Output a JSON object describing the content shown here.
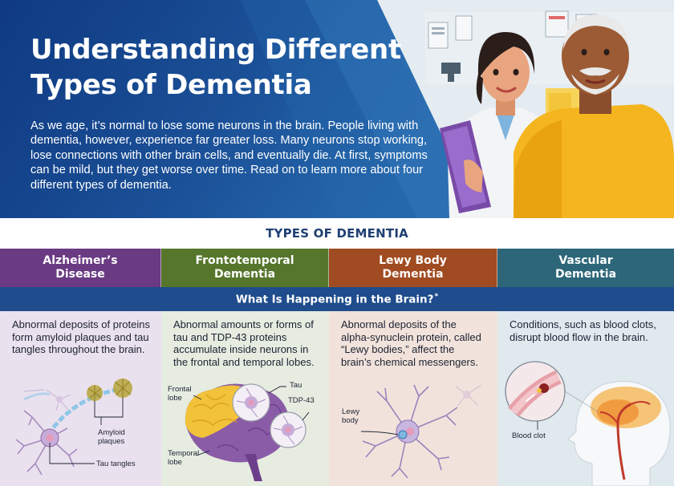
{
  "hero": {
    "title_line1": "Understanding Different",
    "title_line2": "Types of Dementia",
    "body": "As we age, it’s normal to lose some neurons in the brain. People living with dementia, however, experience far greater loss. Many neurons stop working, lose connections with other brain cells, and eventually die. At first, symptoms can be mild, but they get worse over time. Read on to learn more about four different types of dementia."
  },
  "types_heading": "TYPES OF DEMENTIA",
  "columns": [
    {
      "title": "Alzheimer’s\nDisease",
      "color": "#6a3a83",
      "panel_color": "#eae1ee",
      "description": "Abnormal deposits of proteins form amyloid plaques and tau tangles throughout the brain.",
      "labels": {
        "a": "Amyloid\nplaques",
        "b": "Tau tangles"
      }
    },
    {
      "title": "Frontotemporal\nDementia",
      "color": "#56762c",
      "panel_color": "#e6ece0",
      "description": "Abnormal amounts or forms of tau and TDP-43 proteins accumulate inside neurons in the frontal and temporal lobes.",
      "labels": {
        "a": "Frontal\nlobe",
        "b": "Tau",
        "c": "TDP-43",
        "d": "Temporal\nlobe"
      }
    },
    {
      "title": "Lewy Body\nDementia",
      "color": "#a04b21",
      "panel_color": "#f1e3db",
      "description": "Abnormal deposits of the alpha-synuclein protein, called “Lewy bodies,” affect the brain’s chemical messengers.",
      "labels": {
        "a": "Lewy\nbody"
      }
    },
    {
      "title": "Vascular\nDementia",
      "color": "#2d6679",
      "panel_color": "#dfe9ee",
      "description": "Conditions, such as blood clots, disrupt blood flow in the brain.",
      "labels": {
        "a": "Blood clot"
      }
    }
  ],
  "subheader": {
    "text": "What Is Happening in the Brain?",
    "mark": "*"
  }
}
